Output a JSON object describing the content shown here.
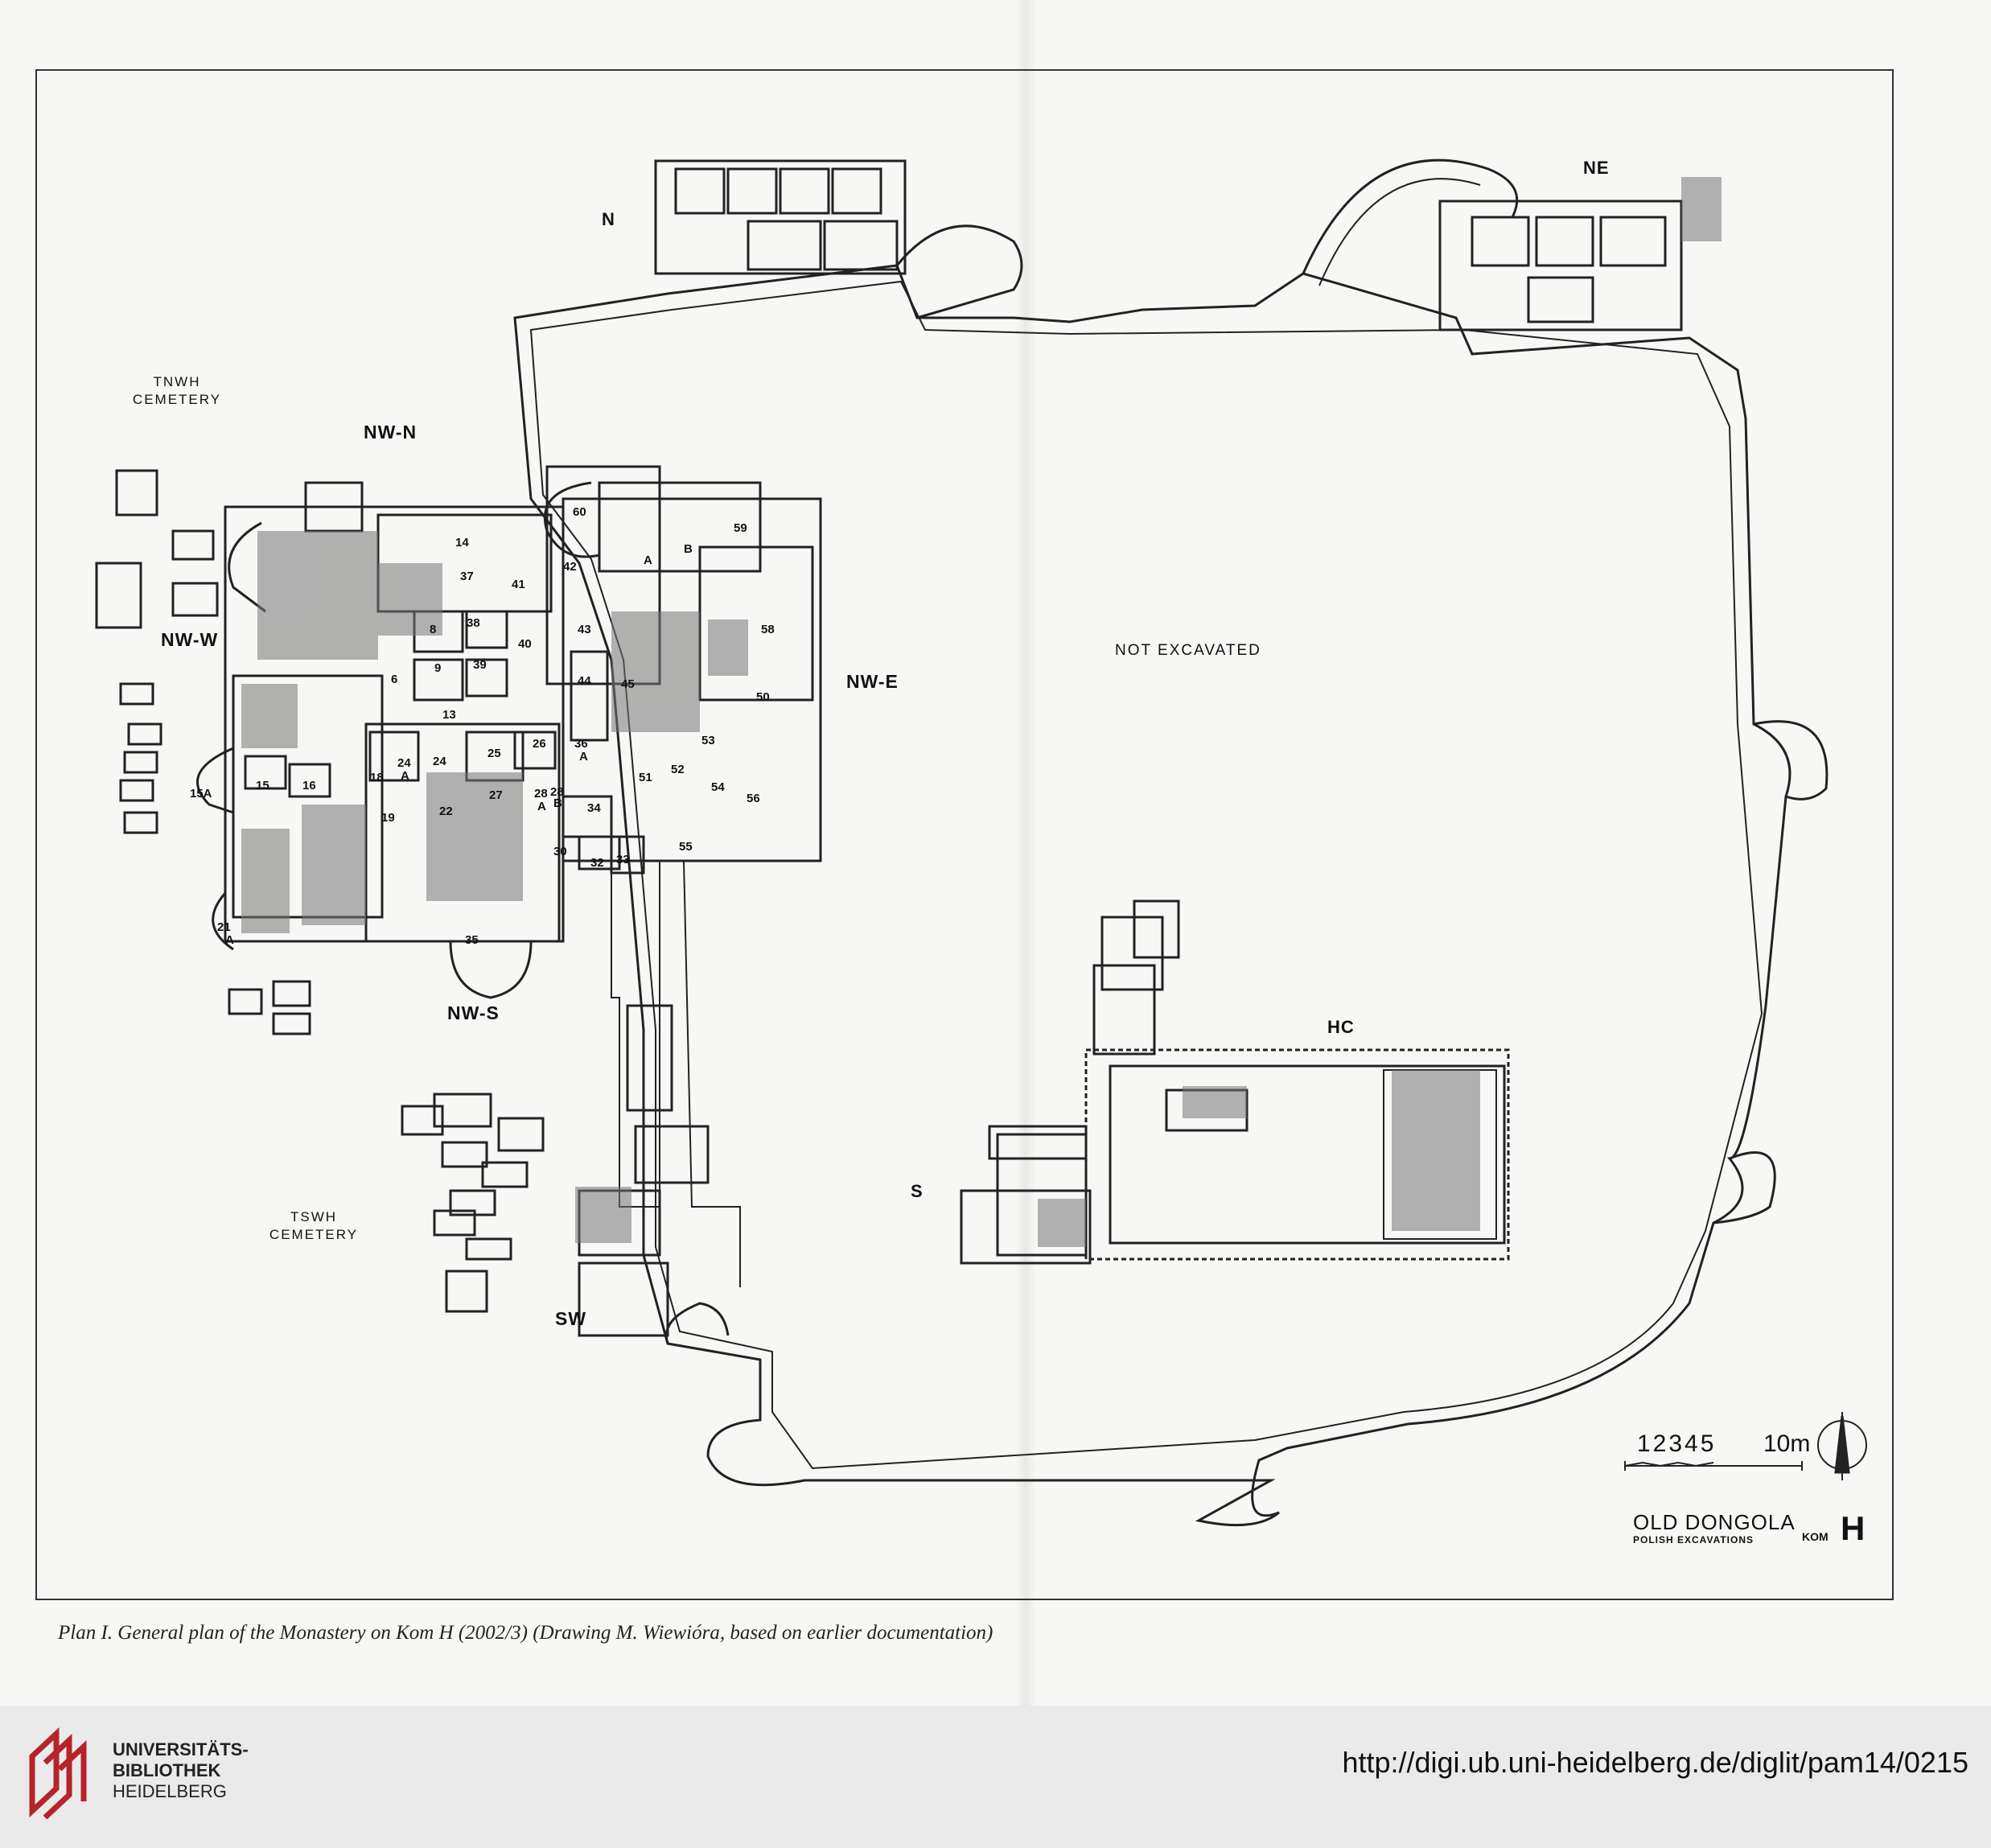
{
  "map": {
    "area_labels": {
      "n": "N",
      "ne": "NE",
      "nw_n": "NW-N",
      "nw_w": "NW-W",
      "nw_e": "NW-E",
      "nw_s": "NW-S",
      "sw": "SW",
      "s": "S",
      "hc": "HC",
      "not_excavated": "NOT EXCAVATED",
      "tnwh_line1": "TNWH",
      "tnwh_line2": "CEMETERY",
      "tswh_line1": "TSWH",
      "tswh_line2": "CEMETERY"
    },
    "rooms": {
      "r60": "60",
      "r59": "59",
      "rA1": "A",
      "rB1": "B",
      "r14": "14",
      "r42": "42",
      "r37": "37",
      "r41": "41",
      "r38": "38",
      "r8": "8",
      "r43": "43",
      "r58": "58",
      "r40": "40",
      "r9": "9",
      "r39": "39",
      "r6": "6",
      "r44": "44",
      "r45": "45",
      "r50": "50",
      "r13": "13",
      "r26": "26",
      "r36": "36",
      "r36A": "A",
      "r53": "53",
      "r25": "25",
      "r24": "24",
      "r24b": "24",
      "r24A": "A",
      "r18": "18",
      "r51": "51",
      "r52": "52",
      "r15A": "15A",
      "r15": "15",
      "r16": "16",
      "r28a": "28",
      "r28b": "28",
      "r28A": "A",
      "r28B": "B",
      "r54": "54",
      "r56": "56",
      "r34": "34",
      "r19": "19",
      "r22": "22",
      "r27": "27",
      "r55": "55",
      "r30": "30",
      "r32": "32",
      "r33": "33",
      "r21": "21",
      "r21A": "A",
      "r35": "35"
    },
    "scale": {
      "numbers": "12345",
      "ten": "10m"
    },
    "title_block": {
      "title": "OLD DONGOLA",
      "subtitle": "POLISH EXCAVATIONS",
      "kom": "KOM",
      "kom_letter": "H"
    }
  },
  "caption": "Plan I.   General plan of the Monastery on Kom H (2002/3) (Drawing M. Wiewióra, based on earlier documentation)",
  "footer": {
    "library_line1": "UNIVERSITÄTS-",
    "library_line2": "BIBLIOTHEK",
    "library_line3": "HEIDELBERG",
    "url": "http://digi.ub.uni-heidelberg.de/diglit/pam14/0215",
    "logo_color": "#b5242a"
  }
}
